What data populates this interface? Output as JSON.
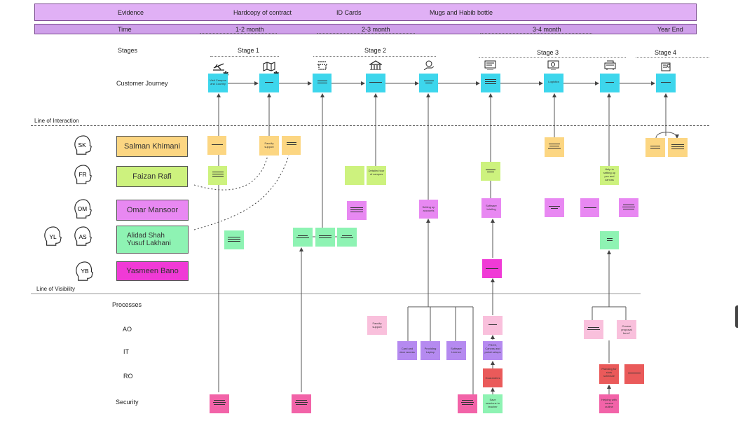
{
  "evidence": {
    "label": "Evidence",
    "items": [
      "Hardcopy of contract",
      "ID Cards",
      "Mugs and Habib bottle"
    ]
  },
  "time": {
    "label": "Time",
    "periods": [
      "1-2 month",
      "2-3 month",
      "3-4 month",
      "Year End"
    ]
  },
  "stages": {
    "label": "Stages",
    "items": [
      "Stage 1",
      "Stage 2",
      "Stage 3",
      "Stage 4"
    ]
  },
  "rows": {
    "customer_journey": "Customer Journey",
    "line_of_interaction": "Line of Interaction",
    "line_of_visibility": "Line of Visibility",
    "processes": "Processes",
    "ao": "AO",
    "it": "IT",
    "ro": "RO",
    "security": "Security"
  },
  "personas": [
    {
      "name": "Salman Khimani",
      "initials": "SK",
      "color": "#fcd682"
    },
    {
      "name": "Faizan Rafi",
      "initials": "FR",
      "color": "#cdf27e"
    },
    {
      "name": "Omar Mansoor",
      "initials": "OM",
      "color": "#e888f2"
    },
    {
      "name": "Alidad Shah",
      "name2": "Yusuf Lakhani",
      "initials": "AS",
      "initials2": "YL",
      "color": "#8ef3b3"
    },
    {
      "name": "Yasmeen Bano",
      "initials": "YB",
      "color": "#f03ad6"
    }
  ],
  "journey_notes": {
    "visit_campus": "Visit Campus and Country",
    "logistics": "Logistics"
  },
  "notes": {
    "faculty_support": "Faculty support",
    "detailed_tour": "Detailed tour of campus",
    "setting_up_accounts": "Setting up accounts",
    "software_briefing": "Software briefing",
    "help_setting_up": "Help in setting up pcs and canvas",
    "faculty_support_ao": "Faculty support",
    "course_proposal": "Course proposal form?",
    "card_access": "Card and door access",
    "providing_laptop": "Providing Laptop",
    "software_licence": "Software Licence",
    "pscs_canvas": "PSCS, Canvas and portal setups",
    "guarantees": "Guarantees",
    "save_sessions": "Save sessions to teacher",
    "planning_slots": "Planning for slots schedule",
    "helping_course": "Helping with course outline"
  },
  "colors": {
    "band": "#e0b0f5",
    "journey": "#3dd6ec",
    "salman": "#fcd682",
    "faizan": "#cdf27e",
    "omar": "#e888f2",
    "alidad": "#8ef3b3",
    "yasmeen": "#f03ad6",
    "security": "#f263a8",
    "it": "#b58af0",
    "ro": "#ea5a5a",
    "ao": "#f9c0dc"
  },
  "icons": [
    "airplane-icon",
    "map-icon",
    "cart-icon",
    "bank-icon",
    "hand-coin-icon",
    "computer-icon",
    "gear-monitor-icon",
    "printer-icon",
    "certificate-icon"
  ]
}
